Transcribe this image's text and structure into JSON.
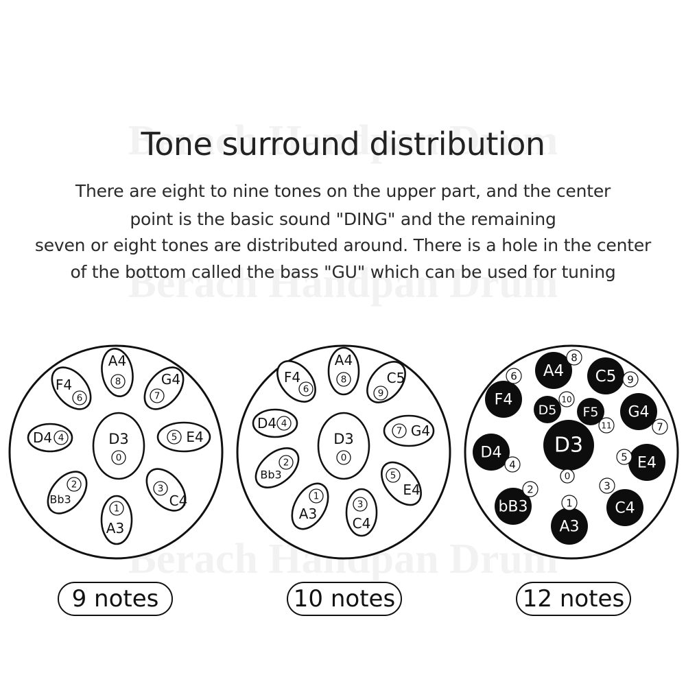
{
  "title": "Tone surround distribution",
  "description": [
    "There are eight to nine tones on the upper part, and the center",
    "point is the basic sound \"DING\" and the remaining",
    "seven or eight tones are distributed around. There is a hole in the center",
    "of the bottom called the bass \"GU\" which can be used for tuning"
  ],
  "watermark": "Berach Handpan Drum",
  "diagrams": [
    {
      "label": "9 notes",
      "center": {
        "note": "D3",
        "num": "0"
      },
      "notes": [
        {
          "note": "A4",
          "num": "8"
        },
        {
          "note": "G4",
          "num": "7"
        },
        {
          "note": "E4",
          "num": "5"
        },
        {
          "note": "C4",
          "num": "3"
        },
        {
          "note": "A3",
          "num": "1"
        },
        {
          "note": "Bb3",
          "num": "2"
        },
        {
          "note": "D4",
          "num": "4"
        },
        {
          "note": "F4",
          "num": "6"
        }
      ]
    },
    {
      "label": "10 notes",
      "center": {
        "note": "D3",
        "num": "0"
      },
      "notes": [
        {
          "note": "A4",
          "num": "8"
        },
        {
          "note": "C5",
          "num": "9"
        },
        {
          "note": "G4",
          "num": "7"
        },
        {
          "note": "E4",
          "num": "5"
        },
        {
          "note": "C4",
          "num": "3"
        },
        {
          "note": "A3",
          "num": "1"
        },
        {
          "note": "Bb3",
          "num": "2"
        },
        {
          "note": "D4",
          "num": "4"
        },
        {
          "note": "F4",
          "num": "6"
        }
      ]
    },
    {
      "label": "12 notes",
      "center": {
        "note": "D3",
        "num": "0"
      },
      "notes": [
        {
          "note": "A4",
          "num": "8"
        },
        {
          "note": "C5",
          "num": "9"
        },
        {
          "note": "F4",
          "num": "6"
        },
        {
          "note": "D5",
          "num": "10"
        },
        {
          "note": "F5",
          "num": "11"
        },
        {
          "note": "G4",
          "num": "7"
        },
        {
          "note": "D4",
          "num": "4"
        },
        {
          "note": "E4",
          "num": "5"
        },
        {
          "note": "bB3",
          "num": "2"
        },
        {
          "note": "A3",
          "num": "1"
        },
        {
          "note": "C4",
          "num": "3"
        }
      ]
    }
  ]
}
